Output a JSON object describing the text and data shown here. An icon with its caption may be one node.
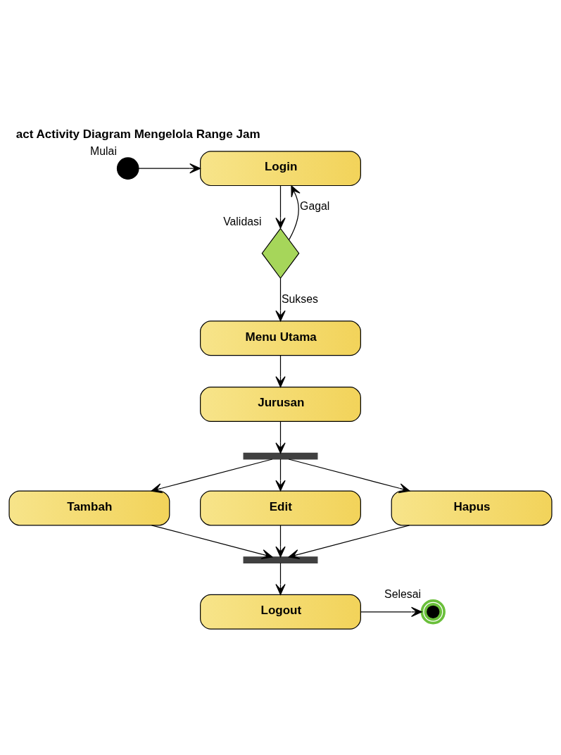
{
  "diagram": {
    "title": "act Activity Diagram Mengelola Range Jam",
    "nodes": [
      {
        "text": [],
        "shape": "circle",
        "beside": [
          "Mulai"
        ]
      },
      {
        "text": [
          "Login"
        ]
      },
      {
        "text": [],
        "shape": "diamond",
        "beside": [
          "Validasi"
        ]
      },
      {
        "text": [
          "Menu Utama"
        ]
      },
      {
        "text": [
          "Jurusan"
        ]
      },
      {
        "text": [],
        "shape": "bar"
      },
      {
        "text": [
          "Tambah"
        ]
      },
      {
        "text": [
          "Edit"
        ]
      },
      {
        "text": [
          "Hapus"
        ]
      },
      {
        "text": [],
        "shape": "bar"
      },
      {
        "text": [
          "Logout"
        ]
      },
      {
        "text": [],
        "shape": "circle",
        "beside": [
          "Selesai"
        ]
      }
    ],
    "edges": [
      {
        "from": 0,
        "to": 1,
        "arrow": "to"
      },
      {
        "from": 1,
        "to": 2,
        "arrow": "to"
      },
      {
        "from": 2,
        "to": 1,
        "arrow": "to",
        "label": "Gagal"
      },
      {
        "from": 2,
        "to": 3,
        "arrow": "to",
        "label": "Sukses"
      },
      {
        "from": 3,
        "to": 4,
        "arrow": "to"
      },
      {
        "from": 4,
        "to": 5,
        "arrow": "to"
      },
      {
        "from": 5,
        "to": 6,
        "arrow": "to"
      },
      {
        "from": 5,
        "to": 7,
        "arrow": "to"
      },
      {
        "from": 5,
        "to": 8,
        "arrow": "to"
      },
      {
        "from": 6,
        "to": 9,
        "arrow": "to"
      },
      {
        "from": 7,
        "to": 9,
        "arrow": "to"
      },
      {
        "from": 8,
        "to": 9,
        "arrow": "to"
      },
      {
        "from": 9,
        "to": 10,
        "arrow": "to"
      },
      {
        "from": 10,
        "to": 11,
        "arrow": "to"
      }
    ]
  }
}
